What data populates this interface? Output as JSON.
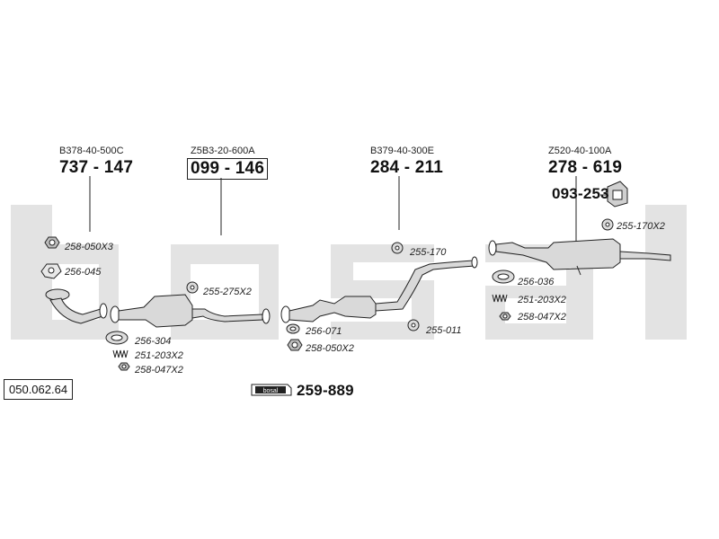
{
  "brand_watermark": "bosal",
  "catalog_number": "050.062.64",
  "assemblies": [
    {
      "oem": "B378-40-500C",
      "part_number": "737 - 147"
    },
    {
      "oem": "Z5B3-20-600A",
      "part_number": "099 - 146"
    },
    {
      "oem": "B379-40-300E",
      "part_number": "284 - 211"
    },
    {
      "oem": "Z520-40-100A",
      "part_number": "278 - 619"
    }
  ],
  "rubber_mount_part": "093-253",
  "kit": {
    "logo_text": "bosal",
    "part_number": "259-889"
  },
  "parts": {
    "p258_050x3": "258-050X3",
    "p256_045": "256-045",
    "p256_304": "256-304",
    "p251_203x2_a": "251-203X2",
    "p258_047x2_a": "258-047X2",
    "p255_275x2": "255-275X2",
    "p256_071": "256-071",
    "p258_050x2": "258-050X2",
    "p255_170": "255-170",
    "p255_011": "255-011",
    "p255_170x2": "255-170X2",
    "p256_036": "256-036",
    "p251_203x2_b": "251-203X2",
    "p258_047x2_b": "258-047X2"
  },
  "colors": {
    "watermark": "#e2e2e2",
    "line": "#222222",
    "part_fill": "#d9d9d9"
  }
}
